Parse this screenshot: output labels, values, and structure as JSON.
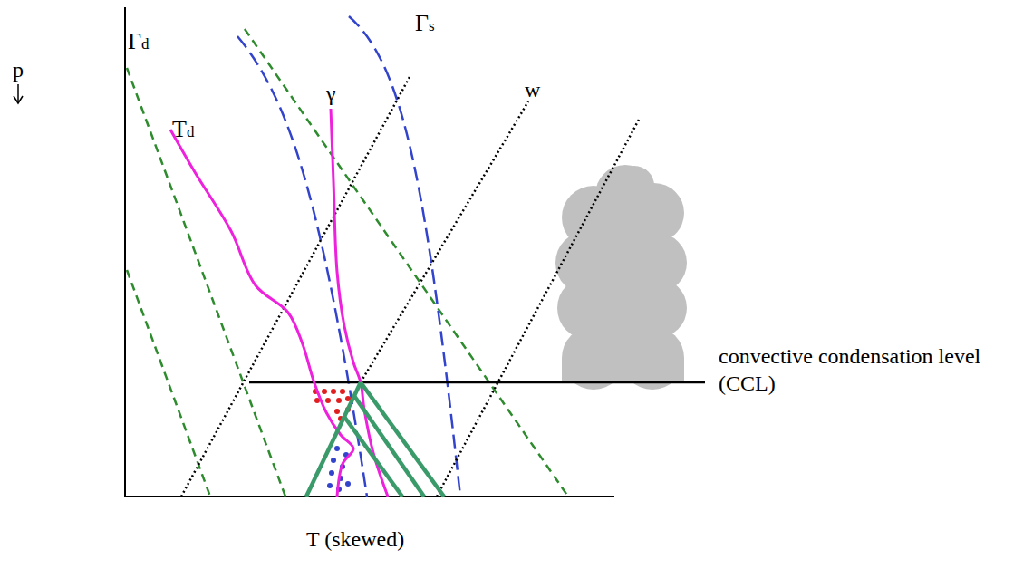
{
  "diagram": {
    "labels": [
      "Γd",
      "Td",
      "γ",
      "Γs",
      "w",
      "p",
      "T (skewed)",
      "convective condensation level (CCL)"
    ]
  }
}
